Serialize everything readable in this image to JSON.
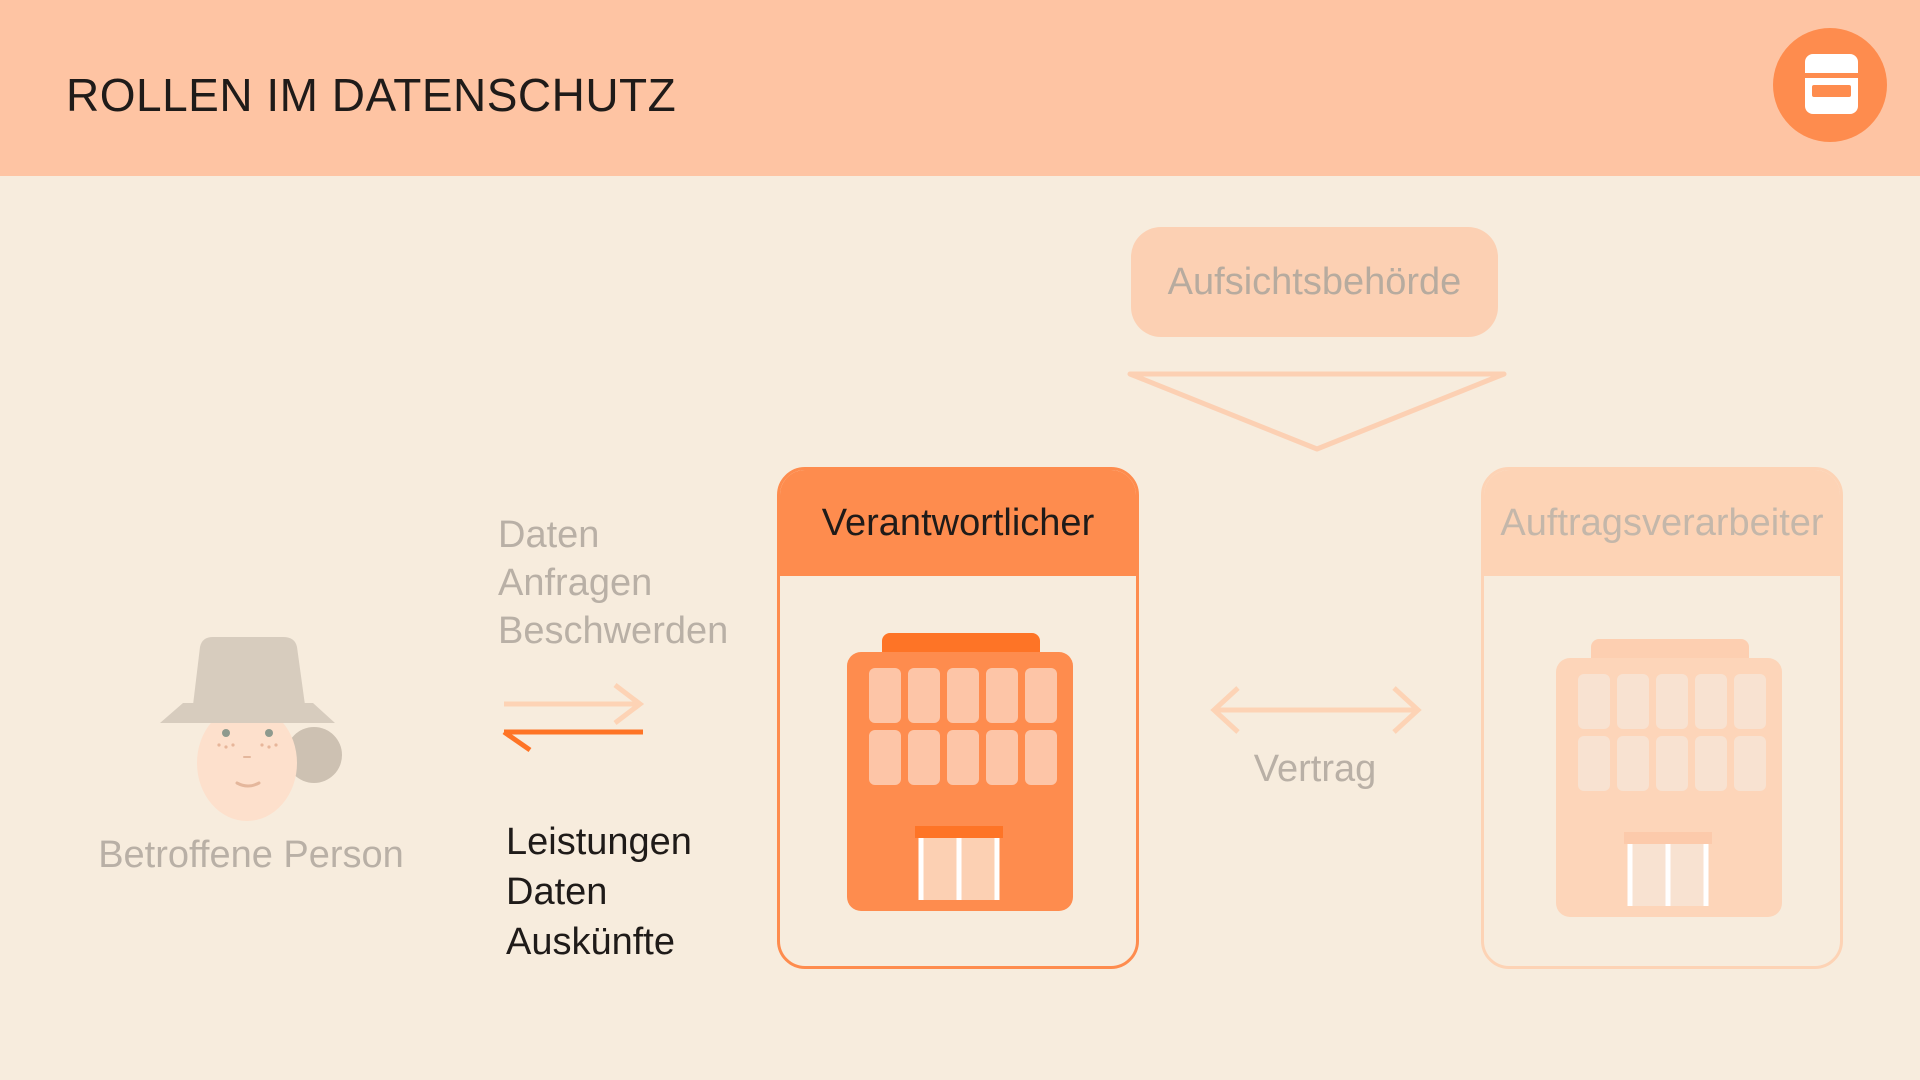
{
  "header": {
    "title": "ROLLEN IM DATENSCHUTZ",
    "logo_icon": "storage-box-icon"
  },
  "roles": {
    "authority": "Aufsichtsbehörde",
    "controller": "Verantwortlicher",
    "processor": "Auftragsverarbeiter",
    "data_subject": "Betroffene Person"
  },
  "flows": {
    "to_controller": [
      "Daten",
      "Anfragen",
      "Beschwerden"
    ],
    "from_controller": [
      "Leistungen",
      "Daten",
      "Auskünfte"
    ],
    "contract": "Vertrag"
  },
  "colors": {
    "accent": "#fe8c4e",
    "accent_dark": "#fe7426",
    "header_bg": "#fec4a3",
    "page_bg": "#f7ecdd",
    "muted": "#fdd3b5"
  }
}
